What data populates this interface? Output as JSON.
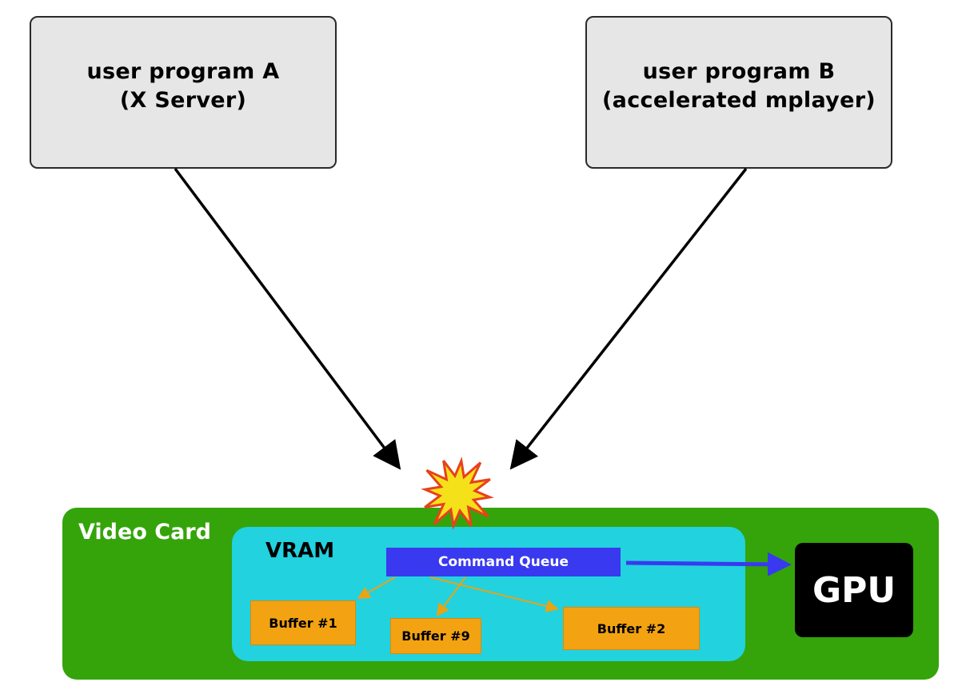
{
  "programs": {
    "a": {
      "line1": "user program A",
      "line2": "(X Server)"
    },
    "b": {
      "line1": "user program B",
      "line2": "(accelerated mplayer)"
    }
  },
  "video_card": {
    "label": "Video Card",
    "vram": {
      "label": "VRAM",
      "command_queue": "Command Queue",
      "buffers": [
        "Buffer #1",
        "Buffer #9",
        "Buffer #2"
      ]
    },
    "gpu": "GPU"
  },
  "colors": {
    "video_card": "#34a40a",
    "vram": "#22d2df",
    "command_queue": "#3939f0",
    "buffer": "#f3a312",
    "gpu": "#000000",
    "program_box": "#e6e6e6",
    "collision_burst": "#f5e11a"
  },
  "icons": {
    "collision": "collision-burst-icon"
  }
}
